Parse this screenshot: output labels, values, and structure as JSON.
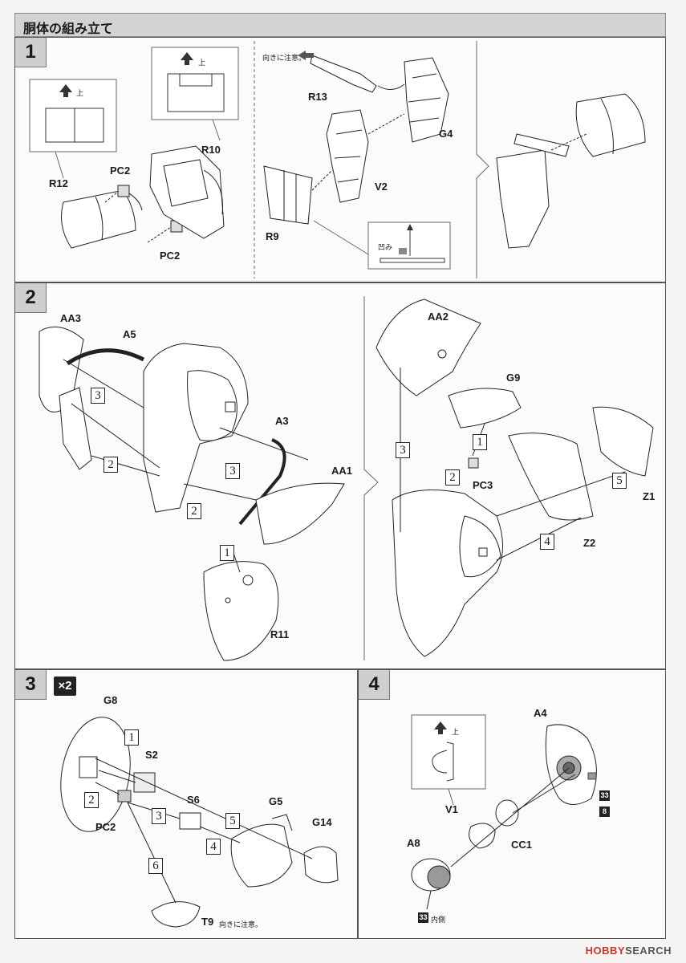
{
  "header": {
    "title": "胴体の組み立て"
  },
  "steps": [
    {
      "number": "1",
      "labels": [
        "R12",
        "PC2",
        "R10",
        "PC2",
        "R13",
        "G4",
        "V2",
        "R9"
      ],
      "notes": [
        "上",
        "上",
        "向きに注意。",
        "凹み"
      ]
    },
    {
      "number": "2",
      "labels": [
        "AA3",
        "A5",
        "A3",
        "AA1",
        "R11",
        "AA2",
        "G9",
        "PC3",
        "Z1",
        "Z2"
      ],
      "callouts": [
        "3",
        "2",
        "3",
        "2",
        "1",
        "3",
        "1",
        "2",
        "5",
        "4"
      ]
    },
    {
      "number": "3",
      "multiplier": "×2",
      "labels": [
        "G8",
        "S2",
        "S6",
        "PC2",
        "G5",
        "G14",
        "T9"
      ],
      "notes": [
        "向きに注意。"
      ],
      "callouts": [
        "1",
        "2",
        "3",
        "4",
        "5",
        "6"
      ]
    },
    {
      "number": "4",
      "labels": [
        "A4",
        "V1",
        "CC1",
        "A8"
      ],
      "notes": [
        "上",
        "内側"
      ],
      "markers": [
        "33",
        "8",
        "33"
      ]
    }
  ],
  "watermark": {
    "brand": "HOBBY",
    "suffix": "SEARCH"
  }
}
